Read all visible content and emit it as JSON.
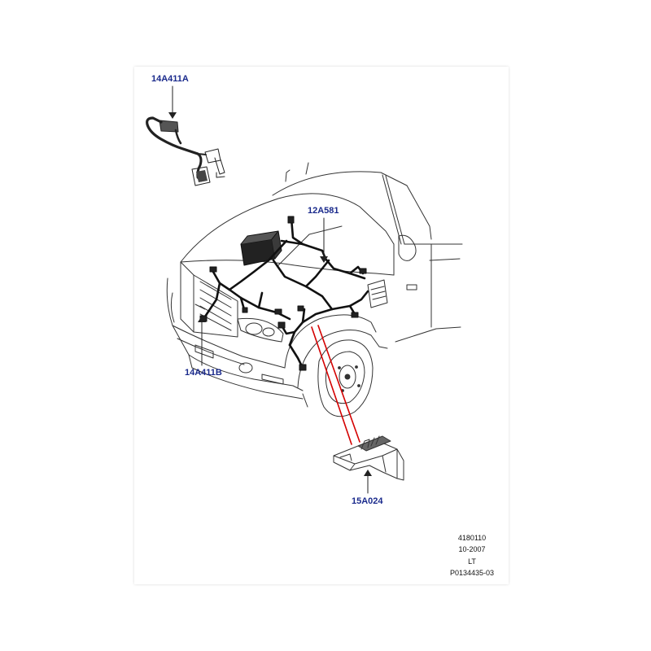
{
  "labels": {
    "harness_a": "14A411A",
    "harness_main": "12A581",
    "harness_b": "14A411B",
    "bracket": "15A024"
  },
  "reference": {
    "line1": "4180110",
    "line2": "10-2007",
    "line3": "LT",
    "line4": "P0134435-03"
  },
  "colors": {
    "label": "#1a2a8c",
    "highlight": "#d40000",
    "linework": "#333333"
  }
}
